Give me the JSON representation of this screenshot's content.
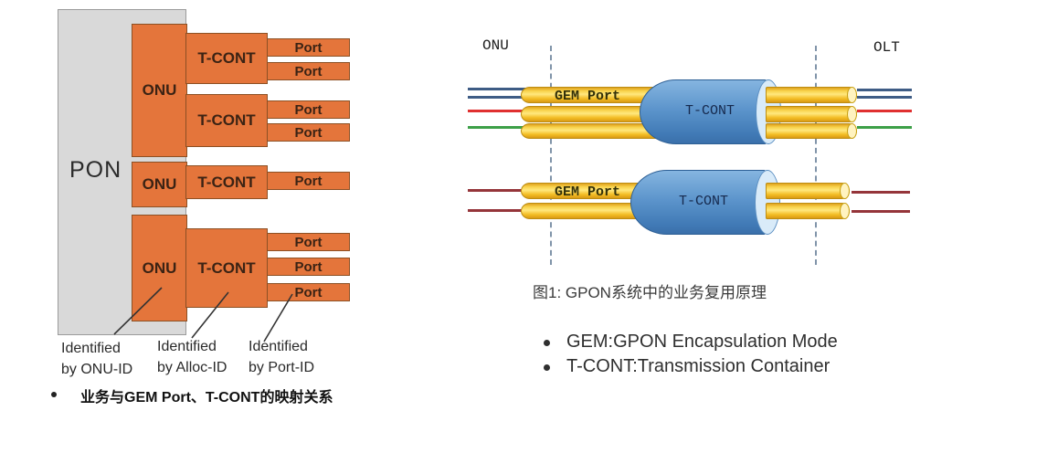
{
  "left_diagram": {
    "pon_label": "PON",
    "onu_label": "ONU",
    "tcont_label": "T-CONT",
    "port_label": "Port",
    "annotations": [
      {
        "line1": "Identified",
        "line2": "by ONU-ID"
      },
      {
        "line1": "Identified",
        "line2": "by Alloc-ID"
      },
      {
        "line1": "Identified",
        "line2": "by Port-ID"
      }
    ],
    "bullet_text": "业务与GEM Port、T-CONT的映射关系",
    "colors": {
      "box_fill": "#e4753b",
      "box_border": "#8c5024",
      "pon_fill": "#d9d9d9",
      "pon_border": "#9b9b9b"
    }
  },
  "right_diagram": {
    "onu_label": "ONU",
    "olt_label": "OLT",
    "gem_port_label": "GEM Port",
    "tcont_label": "T-CONT",
    "caption": "图1: GPON系统中的业务复用原理",
    "bullets": [
      "GEM:GPON Encapsulation Mode",
      "T-CONT:Transmission Container"
    ],
    "colors": {
      "service_line_blue": "#3e5c85",
      "service_line_red": "#e03030",
      "service_line_green": "#3da048",
      "service_line_darkred": "#95353a",
      "gem_cylinder_yellow": "#f5c21e",
      "tcont_cylinder_blue": "#4e87c4",
      "boundary_dashed": "#8094a9"
    }
  }
}
